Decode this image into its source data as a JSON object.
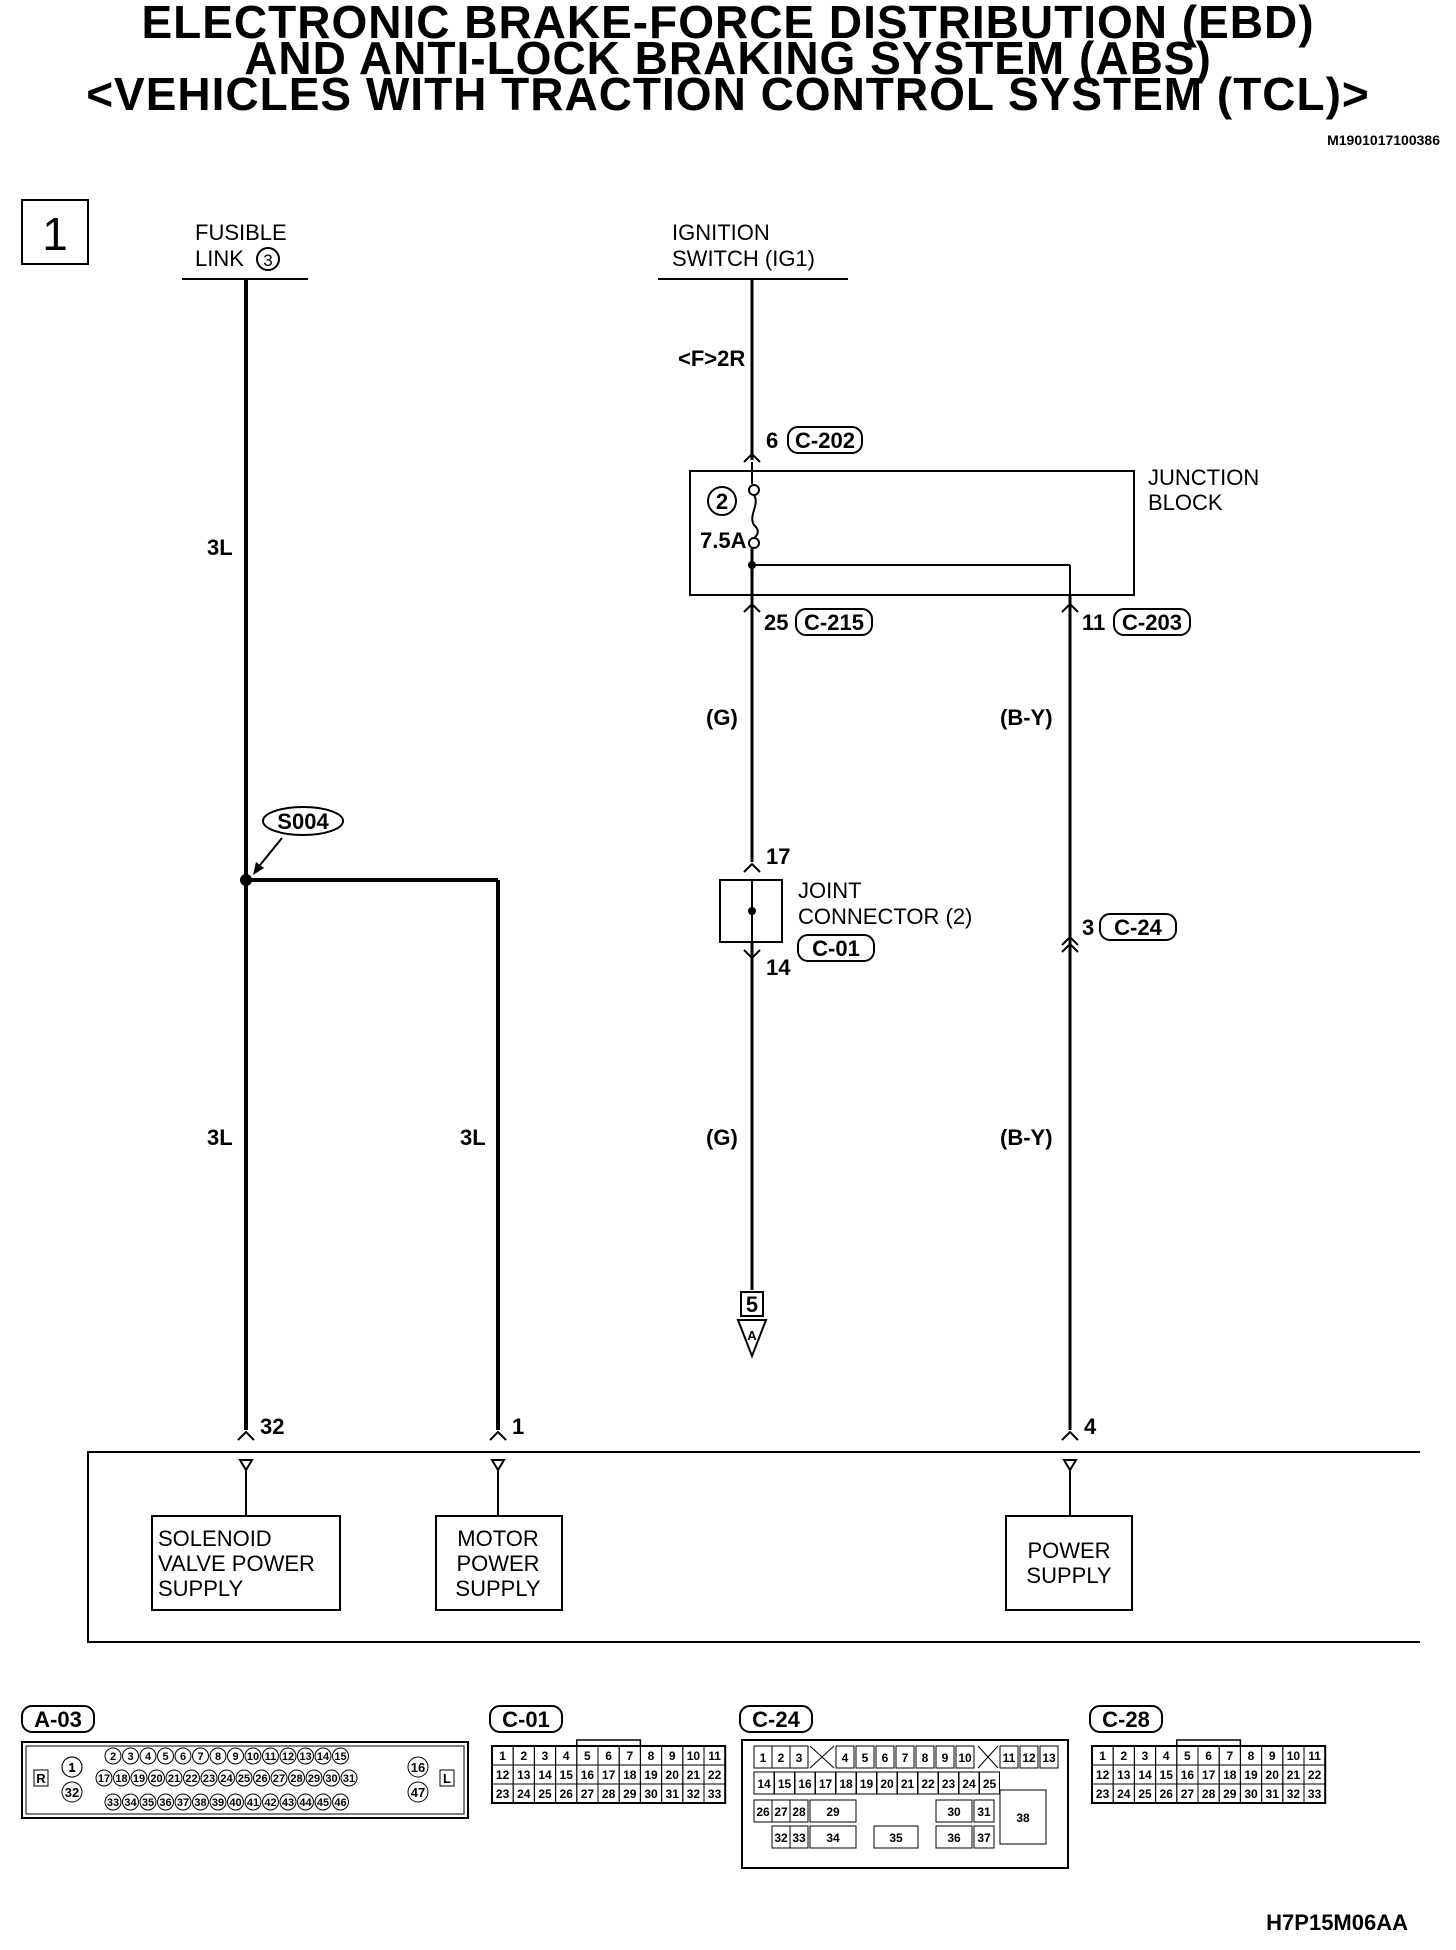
{
  "header": {
    "title_line1": "ELECTRONIC BRAKE-FORCE DISTRIBUTION (EBD)",
    "title_line2": "AND ANTI-LOCK BRAKING SYSTEM (ABS)",
    "title_line3": "<VEHICLES WITH TRACTION CONTROL SYSTEM (TCL)>",
    "doc_code": "M1901017100386"
  },
  "page_number": "1",
  "sources": {
    "fusible_line1": "FUSIBLE",
    "fusible_line2": "LINK",
    "fusible_num": "3",
    "ignition_line1": "IGNITION",
    "ignition_line2": "SWITCH (IG1)",
    "ignition_code": "<F>2R"
  },
  "wires": {
    "l3_top": "3L",
    "l3_left": "3L",
    "l3_right": "3L",
    "g_top": "(G)",
    "g_bottom": "(G)",
    "by_top": "(B-Y)",
    "by_bottom": "(B-Y)"
  },
  "splice": "S004",
  "junction_block": {
    "line1": "JUNCTION",
    "line2": "BLOCK",
    "fuse_num": "2",
    "fuse_rating": "7.5A"
  },
  "terminals": {
    "c202_pin": "6",
    "c202": "C-202",
    "c215_pin": "25",
    "c215": "C-215",
    "c203_pin": "11",
    "c203": "C-203",
    "joint_in": "17",
    "joint_out": "14",
    "c24_pin": "3",
    "c24": "C-24",
    "ecu_32": "32",
    "ecu_1": "1",
    "ecu_4": "4"
  },
  "joint_connector": {
    "line1": "JOINT",
    "line2": "CONNECTOR (2)",
    "code": "C-01"
  },
  "continuation": {
    "page": "5",
    "letter": "A"
  },
  "ecu_boxes": {
    "solenoid_1": "SOLENOID",
    "solenoid_2": "VALVE POWER",
    "solenoid_3": "SUPPLY",
    "motor_1": "MOTOR",
    "motor_2": "POWER",
    "motor_3": "SUPPLY",
    "power_1": "POWER",
    "power_2": "SUPPLY"
  },
  "connectors": {
    "a03": "A-03",
    "c01": "C-01",
    "c24": "C-24",
    "c28": "C-28",
    "a03_R": "R",
    "a03_L": "L",
    "a03_row1": [
      "2",
      "3",
      "4",
      "5",
      "6",
      "7",
      "8",
      "9",
      "10",
      "11",
      "12",
      "13",
      "14",
      "15"
    ],
    "a03_row2": [
      "17",
      "18",
      "19",
      "20",
      "21",
      "22",
      "23",
      "24",
      "25",
      "26",
      "27",
      "28",
      "29",
      "30",
      "31"
    ],
    "a03_row3": [
      "33",
      "34",
      "35",
      "36",
      "37",
      "38",
      "39",
      "40",
      "41",
      "42",
      "43",
      "44",
      "45",
      "46"
    ],
    "a03_left": [
      "1",
      "32"
    ],
    "a03_right": [
      "16",
      "47"
    ],
    "grid22_row1": [
      "1",
      "2",
      "3",
      "4",
      "5",
      "6",
      "7",
      "8",
      "9",
      "10",
      "11"
    ],
    "grid22_row2": [
      "12",
      "13",
      "14",
      "15",
      "16",
      "17",
      "18",
      "19",
      "20",
      "21",
      "22"
    ],
    "grid22_row3": [
      "23",
      "24",
      "25",
      "26",
      "27",
      "28",
      "29",
      "30",
      "31",
      "32",
      "33"
    ],
    "c24_row1": [
      "1",
      "2",
      "3",
      "4",
      "5",
      "6",
      "7",
      "8",
      "9",
      "10",
      "11",
      "12",
      "13"
    ],
    "c24_row2": [
      "14",
      "15",
      "16",
      "17",
      "18",
      "19",
      "20",
      "21",
      "22",
      "23",
      "24",
      "25"
    ],
    "c24_row3": [
      "26",
      "27",
      "28",
      "29",
      "30",
      "31",
      "38"
    ],
    "c24_row4": [
      "32",
      "33",
      "34",
      "35",
      "36",
      "37"
    ]
  },
  "footer_code": "H7P15M06AA"
}
